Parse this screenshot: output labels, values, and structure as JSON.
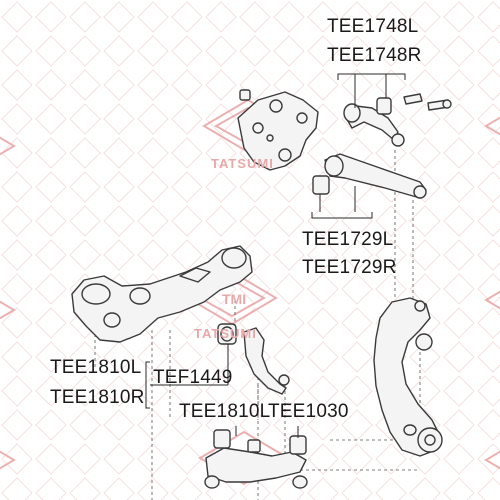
{
  "labels": {
    "tee1748l": "TEE1748L",
    "tee1748r": "TEE1748R",
    "tee1729l": "TEE1729L",
    "tee1729r": "TEE1729R",
    "tee1810l": "TEE1810L",
    "tee1810r": "TEE1810R",
    "tef1449": "TEF1449",
    "tee1810l_bottom": "TEE1810L",
    "tee1030": "TEE1030"
  },
  "watermark": {
    "brand": "TATSUMI",
    "logo_text": "TMI"
  },
  "colors": {
    "line_art": "#3a3a3a",
    "part_fill": "#f4f4f4",
    "watermark": "#e8b3b3",
    "label_text": "#1a1a1a"
  }
}
